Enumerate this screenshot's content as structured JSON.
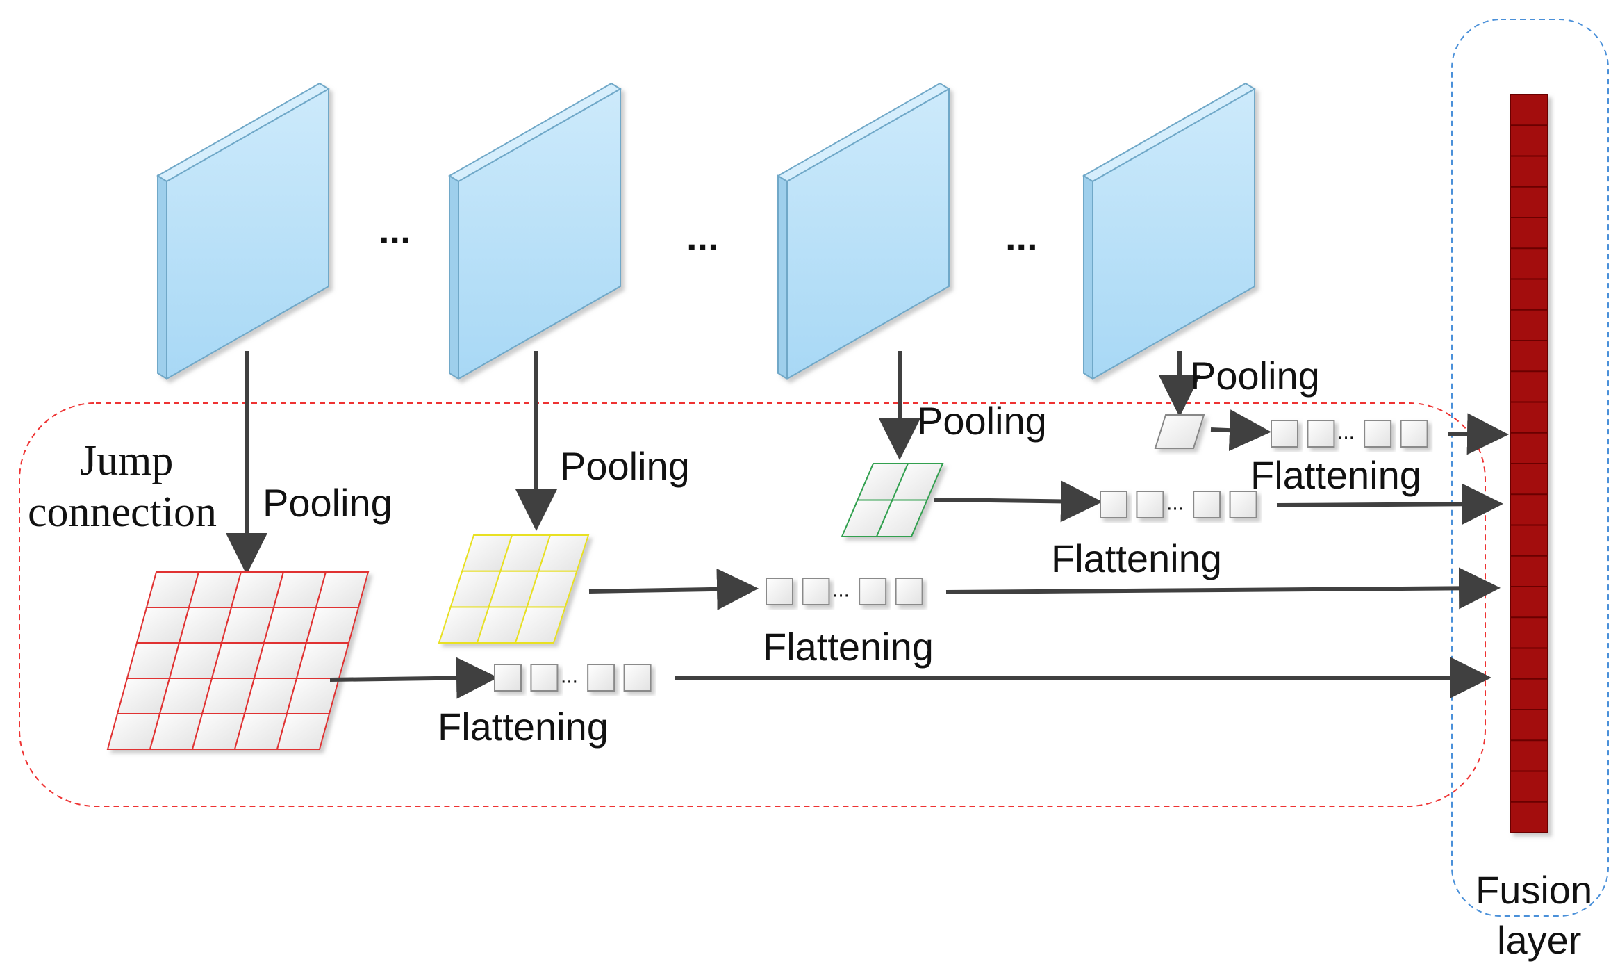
{
  "labels": {
    "jump_line1": "Jump",
    "jump_line2": "connection",
    "pooling": "Pooling",
    "flattening": "Flattening",
    "fusion_line1": "Fusion",
    "fusion_line2": "layer",
    "ellipsis": "...",
    "small_ellipsis": "..."
  },
  "colors": {
    "feature_map_fill": "#b3dcf7",
    "feature_map_edge": "#6fa8c8",
    "grid_red": "#e03030",
    "grid_yellow": "#e8e020",
    "grid_green": "#30a050",
    "grid_gray": "#888888",
    "arrow": "#404040",
    "fusion_fill": "#a30d0d",
    "jump_border": "#ee3333",
    "fusion_border": "#4a90d9"
  },
  "structure": {
    "feature_maps": 4,
    "pooled_grids": [
      {
        "name": "red",
        "rows": 5,
        "cols": 5
      },
      {
        "name": "yellow",
        "rows": 3,
        "cols": 3
      },
      {
        "name": "green",
        "rows": 2,
        "cols": 2
      },
      {
        "name": "gray",
        "rows": 1,
        "cols": 1
      }
    ],
    "fusion_segments": 24
  }
}
